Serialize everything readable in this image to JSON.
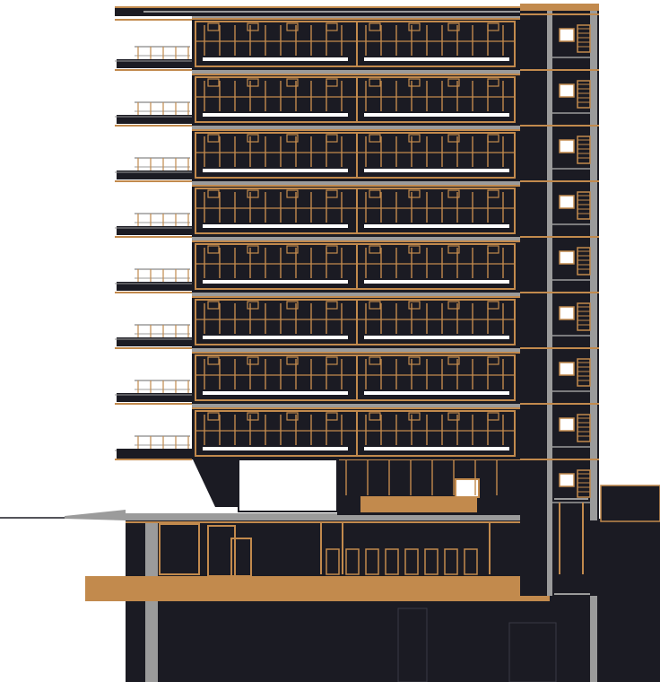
{
  "drawing": {
    "kind": "building-section",
    "storeys_above_podium": 8,
    "balconies": 8,
    "colors": {
      "background": "#ffffff",
      "dark": "#1b1b23",
      "timber": "#c28a4d",
      "grey": "#9b9b9b",
      "light": "#ffffff"
    }
  }
}
